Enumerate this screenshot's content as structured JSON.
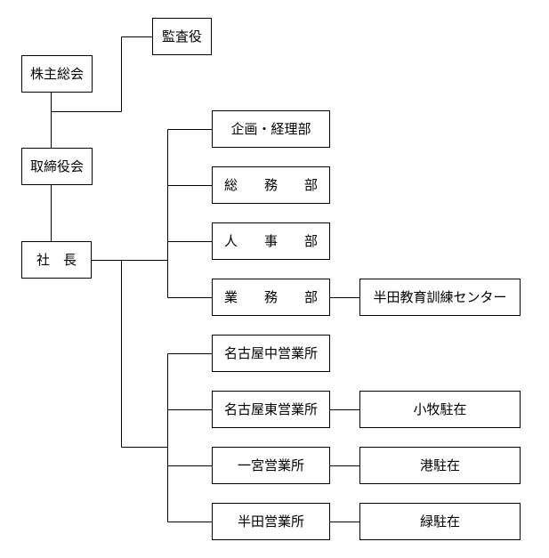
{
  "nodes": {
    "shareholders": "株主総会",
    "auditor": "監査役",
    "board": "取締役会",
    "president": "社　長",
    "planning": "企画・経理部",
    "general_affairs": "総　　務　　部",
    "hr": "人　　事　　部",
    "business": "業　　務　　部",
    "training_center": "半田教育訓練センター",
    "nagoya_central": "名古屋中営業所",
    "nagoya_east": "名古屋東営業所",
    "komaki": "小牧駐在",
    "ichinomiya": "一宮営業所",
    "minato": "港駐在",
    "handa": "半田営業所",
    "midori": "緑駐在"
  }
}
